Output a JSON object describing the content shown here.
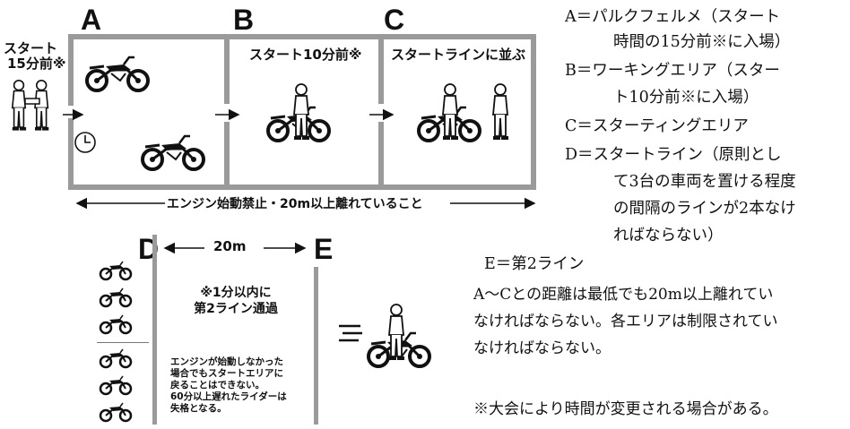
{
  "zones": {
    "a_label": "A",
    "b_label": "B",
    "c_label": "C",
    "d_label": "D",
    "e_label": "E"
  },
  "start_note": {
    "line1": "スタート",
    "line2": "15分前※"
  },
  "zone_b_caption": "スタート10分前※",
  "zone_c_caption": "スタートラインに並ぶ",
  "bottom_banner": "エンジン始動禁止・20m以上離れていること",
  "distance_label": "20m",
  "pass_note": {
    "line1": "※1分以内に",
    "line2": "第2ライン通過"
  },
  "engine_note": {
    "line1": "エンジンが始動しなかった",
    "line2": "場合でもスタートエリアに",
    "line3": "戻ることはできない。",
    "line4": "60分以上遅れたライダーは",
    "line5": "失格となる。"
  },
  "legend": {
    "a1": "A＝パルクフェルメ（スタート",
    "a2": "時間の15分前※に入場）",
    "b1": "B＝ワーキングエリア（スター",
    "b2": "ト10分前※に入場）",
    "c1": "C＝スターティングエリア",
    "d1": "D＝スタートライン（原則とし",
    "d2": "て3台の車両を置ける程度",
    "d3": "の間隔のラインが2本なけ",
    "d4": "ればならない）",
    "e1": "E＝第2ライン",
    "p1": "A〜Cとの距離は最低でも20m以上離れてい",
    "p2": "なければならない。各エリアは制限されてい",
    "p3": "なければならない。",
    "note": "※大会により時間が変更される場合がある。"
  }
}
